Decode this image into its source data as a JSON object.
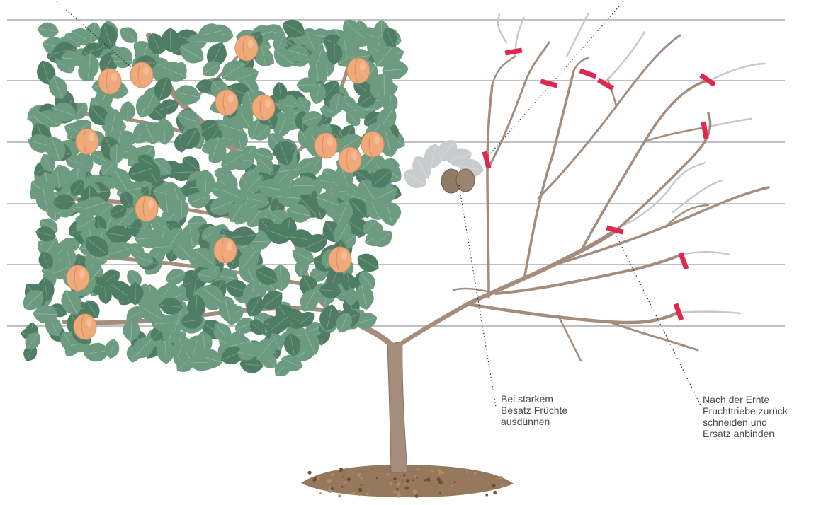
{
  "colors": {
    "background": "#ffffff",
    "wire": "#a8acae",
    "branch": "#a48d7c",
    "branch_dark": "#8a7160",
    "shoot_new": "#c4c8ca",
    "leaf": "#6c9b80",
    "leaf_dark": "#4f7d63",
    "fruit": "#f0a97a",
    "fruit_highlight": "#f7c6a1",
    "cut_mark": "#e0284f",
    "soil": "#8b6a4a",
    "text": "#4a4a4a"
  },
  "callouts": {
    "thin_fruits": {
      "lines": [
        "Bei starkem",
        "Besatz Früchte",
        "ausdünnen"
      ]
    },
    "after_harvest_cut": {
      "lines": [
        "Nach der Ernte",
        "Fruchttriebe zurück-",
        "schneiden und",
        "Ersatz anbinden"
      ]
    }
  },
  "icons": {
    "tree_left": "fruiting-espalier-tree",
    "tree_right": "pruned-espalier-tree",
    "fruit": "apricot",
    "cut_mark": "cut-marker",
    "fruit_cluster": "apricot-cluster"
  }
}
